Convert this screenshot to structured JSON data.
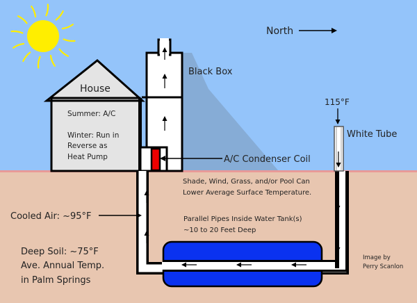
{
  "colors": {
    "sky": "#94c4fa",
    "soil": "#e8c6b0",
    "ground_line": "#e89a98",
    "sun": "#ffee00",
    "house_fill": "#e4e4e4",
    "shadow": "#86acd6",
    "tank": "#0a32f0",
    "coil": "#ee0000"
  },
  "labels": {
    "north": "North",
    "black_box": "Black Box",
    "house": "House",
    "summer": "Summer: A/C",
    "winter_1": "Winter: Run in",
    "winter_2": "Reverse as",
    "winter_3": "Heat Pump",
    "condenser": "A/C Condenser Coil",
    "tube_temp": "115°F",
    "white_tube": "White Tube",
    "shade_1": "Shade, Wind, Grass, and/or Pool Can",
    "shade_2": "Lower Average Surface Temperature.",
    "pipes_1": "Parallel Pipes Inside Water Tank(s)",
    "pipes_2": "~10 to 20 Feet Deep",
    "cooled_air": "Cooled Air: ~95°F",
    "deep_soil_1": "Deep Soil: ~75°F",
    "deep_soil_2": "Ave. Annual Temp.",
    "deep_soil_3": "in Palm Springs",
    "credit_1": "Image by",
    "credit_2": "Perry Scanlon"
  }
}
